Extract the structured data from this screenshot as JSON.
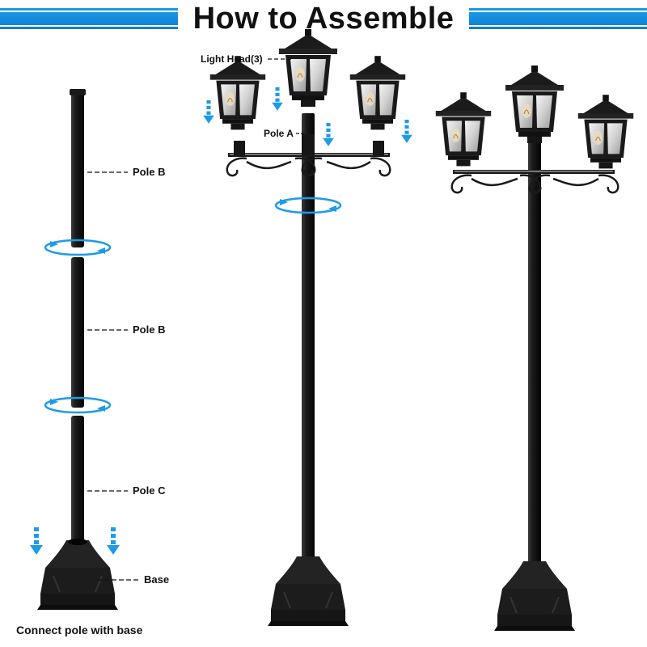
{
  "title": "How to Assemble",
  "labels": {
    "pole_b_upper": "Pole B",
    "pole_b_lower": "Pole B",
    "pole_c": "Pole C",
    "base": "Base",
    "light_head": "Light Head(3)",
    "pole_a": "Pole A"
  },
  "caption": "Connect pole with base",
  "colors": {
    "accent": "#1e9be8",
    "pole": "#141414",
    "text": "#111111"
  },
  "icons": [
    "down-arrow-icon",
    "rotate-arrow-icon"
  ]
}
